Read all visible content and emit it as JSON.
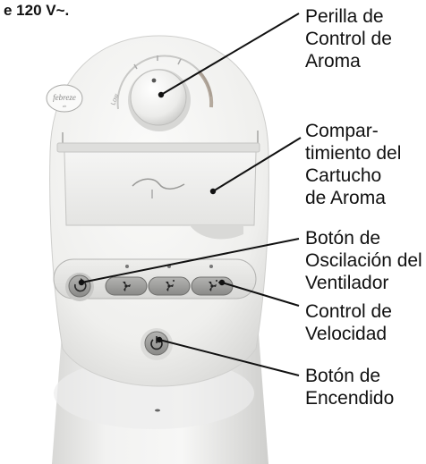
{
  "header": {
    "text": "e 120 V~."
  },
  "device": {
    "brand_logo_text": "febreze",
    "knob_label": "Low"
  },
  "callouts": {
    "aroma_knob": [
      "Perilla de",
      "Control de",
      "Aroma"
    ],
    "cartridge": [
      "Compar-",
      "timiento del",
      "Cartucho",
      "de Aroma"
    ],
    "oscillation": [
      "Botón de",
      "Oscilación del",
      "Ventilador"
    ],
    "speed": [
      "Control de",
      "Velocidad"
    ],
    "power": [
      "Botón de",
      "Encendido"
    ]
  },
  "colors": {
    "body_light": "#f4f4f3",
    "body_shade": "#d9d9d7",
    "panel": "#e6e6e4",
    "button": "#9a9a98",
    "leader_line": "#111111"
  },
  "icons": [
    "fan-speed-low-icon",
    "fan-speed-medium-icon",
    "fan-speed-high-icon",
    "oscillation-icon",
    "power-icon"
  ]
}
